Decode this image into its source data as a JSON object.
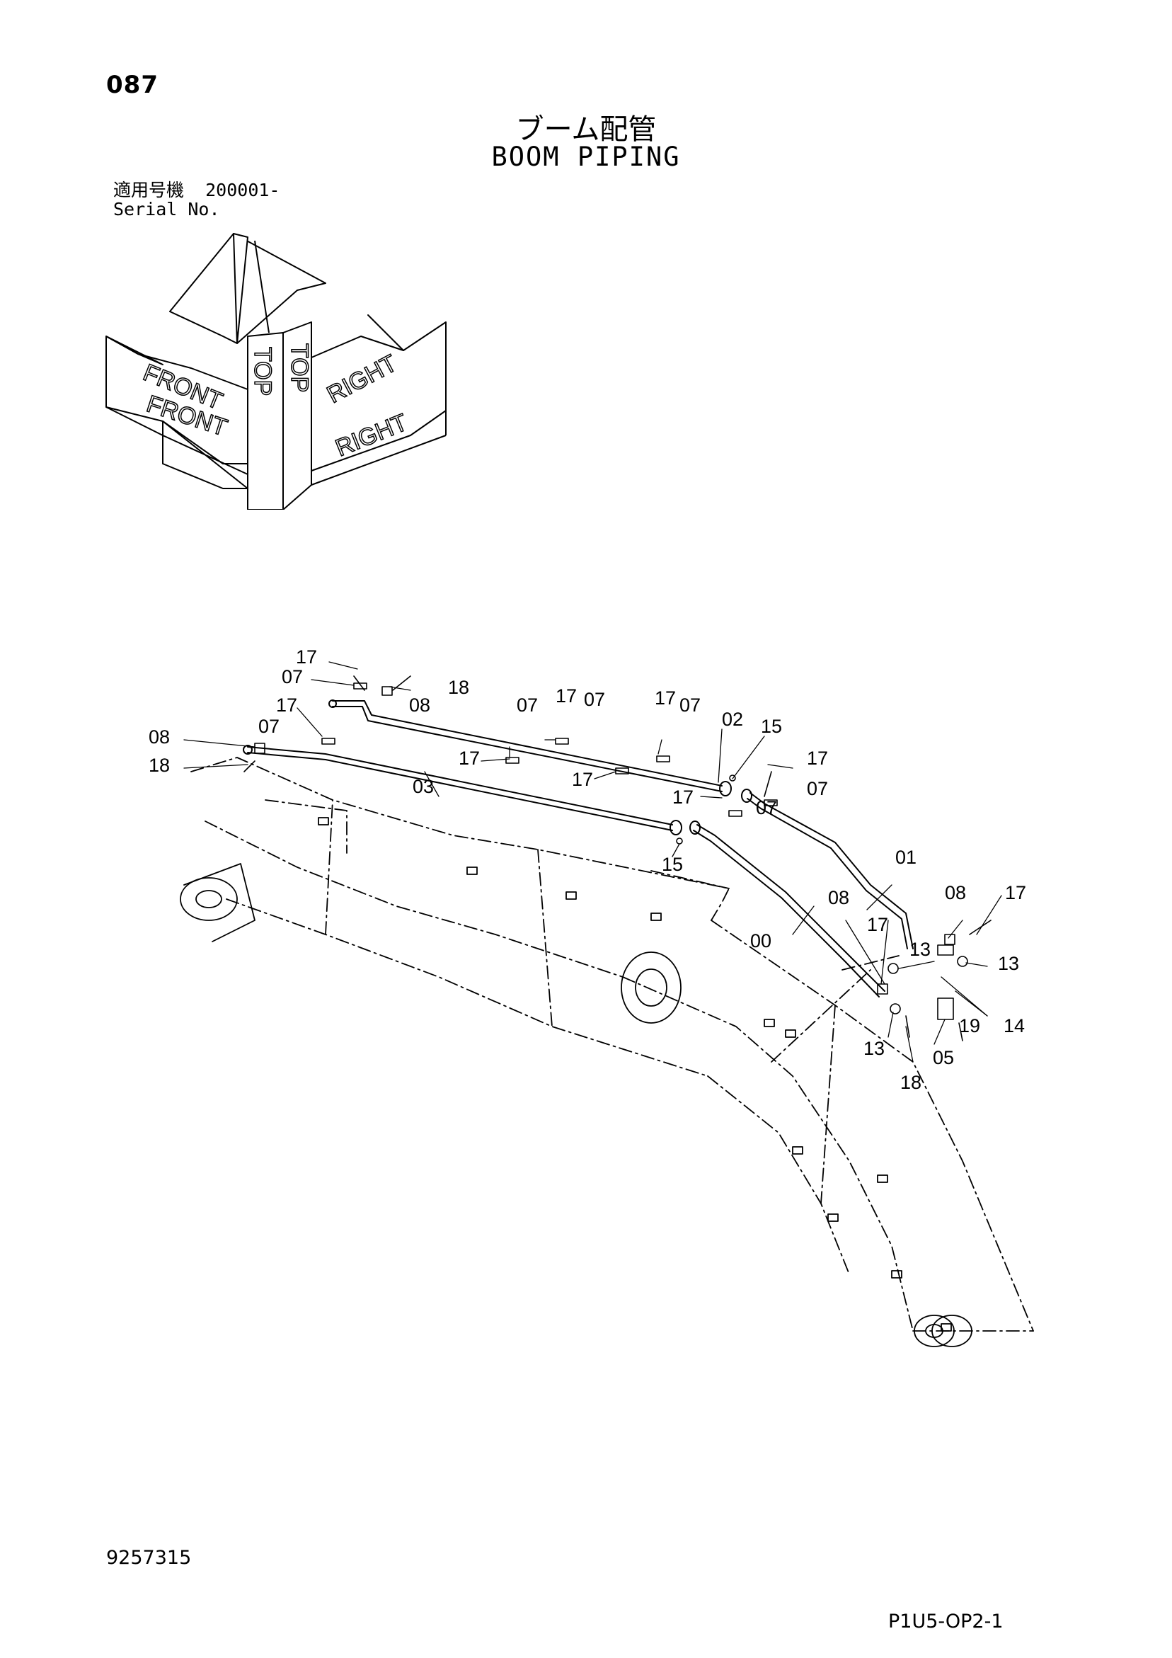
{
  "header": {
    "page_number": "087",
    "title_jp": "ブーム配管",
    "title_en": "BOOM PIPING"
  },
  "serial": {
    "label_jp": "適用号機",
    "range": "200001-",
    "label_en": "Serial No."
  },
  "orientation": {
    "front": "FRONT",
    "top": "TOP",
    "right": "RIGHT"
  },
  "callouts": [
    "17",
    "07",
    "18",
    "08",
    "17",
    "07",
    "08",
    "18",
    "07",
    "17",
    "07",
    "17",
    "07",
    "02",
    "15",
    "17",
    "07",
    "17",
    "17",
    "03",
    "17",
    "07",
    "15",
    "01",
    "00",
    "08",
    "17",
    "08",
    "17",
    "13",
    "13",
    "13",
    "19",
    "14",
    "05",
    "18"
  ],
  "footer": {
    "doc_number": "9257315",
    "sheet_code": "P1U5-OP2-1"
  }
}
